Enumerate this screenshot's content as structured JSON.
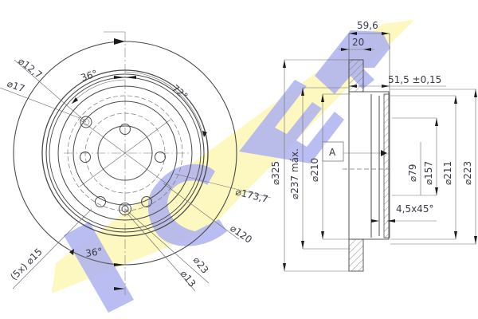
{
  "watermark": {
    "text": "ICER",
    "colors": {
      "yellow": "#fbf7b4",
      "blue": "#aeb2f0"
    }
  },
  "front_view": {
    "angle_top_left": "36°",
    "angle_top_right": "72°",
    "angle_bottom": "36°",
    "dia_12_7": "⌀12,7",
    "dia_17": "⌀17",
    "dia_173_7": "⌀173,7",
    "dia_120": "⌀120",
    "dia_23": "⌀23",
    "dia_13": "⌀13",
    "holes_15": "(5x) ⌀15"
  },
  "side_view": {
    "width_59_6": "59,6",
    "width_20": "20",
    "offset_51_5": "51,5 ±0,15",
    "dia_325": "⌀325",
    "dia_237_max": "⌀237 máx.",
    "dia_210": "⌀210",
    "datum": "A",
    "dia_79": "⌀79",
    "dia_157": "⌀157",
    "dia_211": "⌀211",
    "dia_223": "⌀223",
    "chamfer": "4,5x45°"
  },
  "colors": {
    "line": "#4a4a4a",
    "text": "#3a3a46",
    "background": "#ffffff"
  }
}
